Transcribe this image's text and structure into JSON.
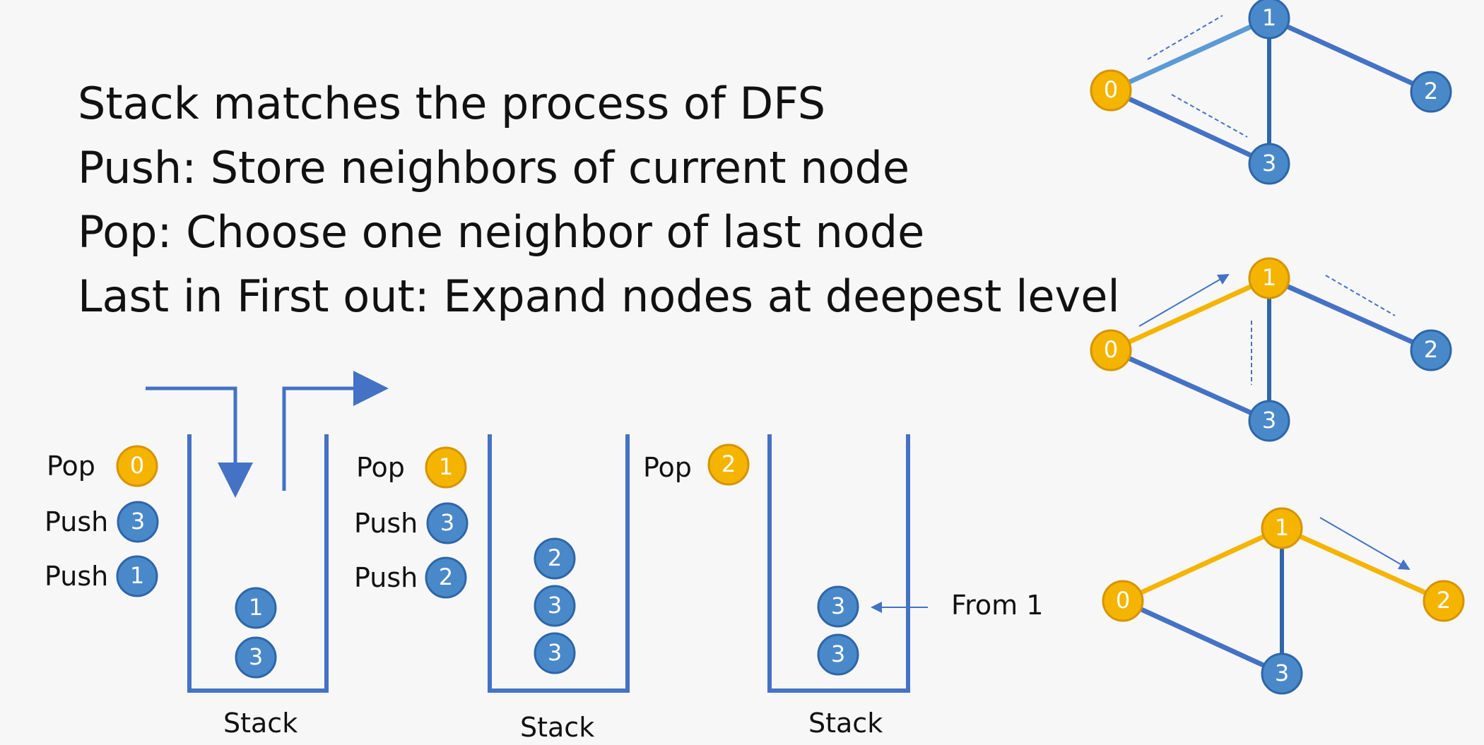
{
  "statements": [
    "Stack matches the  process of DFS",
    "Push: Store neighbors of current node",
    "Pop: Choose one neighbor of last node",
    "Last in First out: Expand nodes at deepest level"
  ],
  "panels": [
    {
      "ops": [
        {
          "label": "Pop",
          "node": "0",
          "state": "visited"
        },
        {
          "label": "Push",
          "node": "3",
          "state": "stack"
        },
        {
          "label": "Push",
          "node": "1",
          "state": "stack"
        }
      ],
      "stack_top_to_bottom": [
        "1",
        "3"
      ],
      "caption": "Stack"
    },
    {
      "ops": [
        {
          "label": "Pop",
          "node": "1",
          "state": "visited"
        },
        {
          "label": "Push",
          "node": "3",
          "state": "stack"
        },
        {
          "label": "Push",
          "node": "2",
          "state": "stack"
        }
      ],
      "stack_top_to_bottom": [
        "2",
        "3",
        "3"
      ],
      "caption": "Stack"
    },
    {
      "ops": [
        {
          "label": "Pop",
          "node": "2",
          "state": "visited"
        }
      ],
      "stack_top_to_bottom": [
        "3",
        "3"
      ],
      "caption": "Stack",
      "note": "From 1"
    }
  ],
  "graphs": [
    {
      "visited": [
        "0"
      ],
      "highlighted_edges": []
    },
    {
      "visited": [
        "0",
        "1"
      ],
      "highlighted_edges": [
        [
          "0",
          "1"
        ]
      ]
    },
    {
      "visited": [
        "0",
        "1",
        "2"
      ],
      "highlighted_edges": [
        [
          "0",
          "1"
        ],
        [
          "1",
          "2"
        ]
      ]
    }
  ],
  "graph_edges": [
    [
      "0",
      "1"
    ],
    [
      "0",
      "3"
    ],
    [
      "1",
      "3"
    ],
    [
      "1",
      "2"
    ]
  ],
  "colors": {
    "node_blue": "#4a89c9",
    "node_blue_stroke": "#2e66a8",
    "visited_orange": "#f5b400",
    "visited_stroke": "#d69400",
    "edge_blue": "#4472c4",
    "edge_light": "#5b9bd5",
    "edge_orange": "#f5b400",
    "stack_line": "#4472c4",
    "text": "#111111",
    "background": "#f7f7f8"
  }
}
